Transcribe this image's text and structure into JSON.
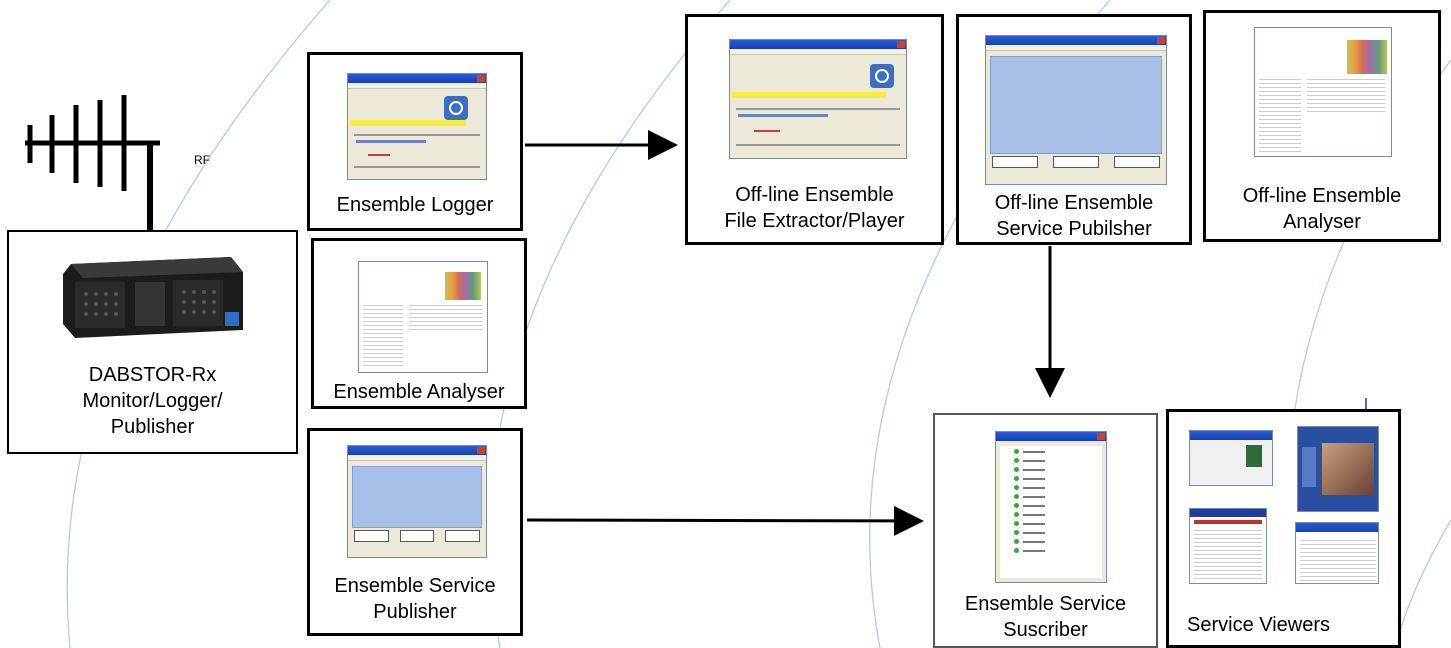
{
  "antenna": {
    "label": "RF"
  },
  "nodes": {
    "dabstor": {
      "label": "DABSTOR-Rx\nMonitor/Logger/\nPublisher"
    },
    "ensemble_logger": {
      "label": "Ensemble Logger"
    },
    "ensemble_analyser": {
      "label": "Ensemble Analyser"
    },
    "ensemble_service_publisher": {
      "label": "Ensemble Service\nPublisher"
    },
    "offline_extractor": {
      "label": "Off-line Ensemble\nFile Extractor/Player"
    },
    "offline_publisher": {
      "label": "Off-line Ensemble\nService Pubilsher"
    },
    "offline_analyser": {
      "label": "Off-line Ensemble\nAnalyser"
    },
    "service_subscriber": {
      "label": "Ensemble Service\nSuscriber"
    },
    "service_viewers": {
      "label": "Service Viewers"
    }
  },
  "connectors": [
    {
      "from": "ensemble_logger",
      "to": "offline_extractor",
      "style": "arrow"
    },
    {
      "from": "offline_publisher",
      "to": "service_subscriber",
      "style": "arrow"
    },
    {
      "from": "ensemble_service_publisher",
      "to": "service_subscriber",
      "style": "arrow"
    }
  ],
  "colors": {
    "line": "#000000",
    "background_arc": "#9ab0d4",
    "window_title": "#1f4fcf"
  }
}
